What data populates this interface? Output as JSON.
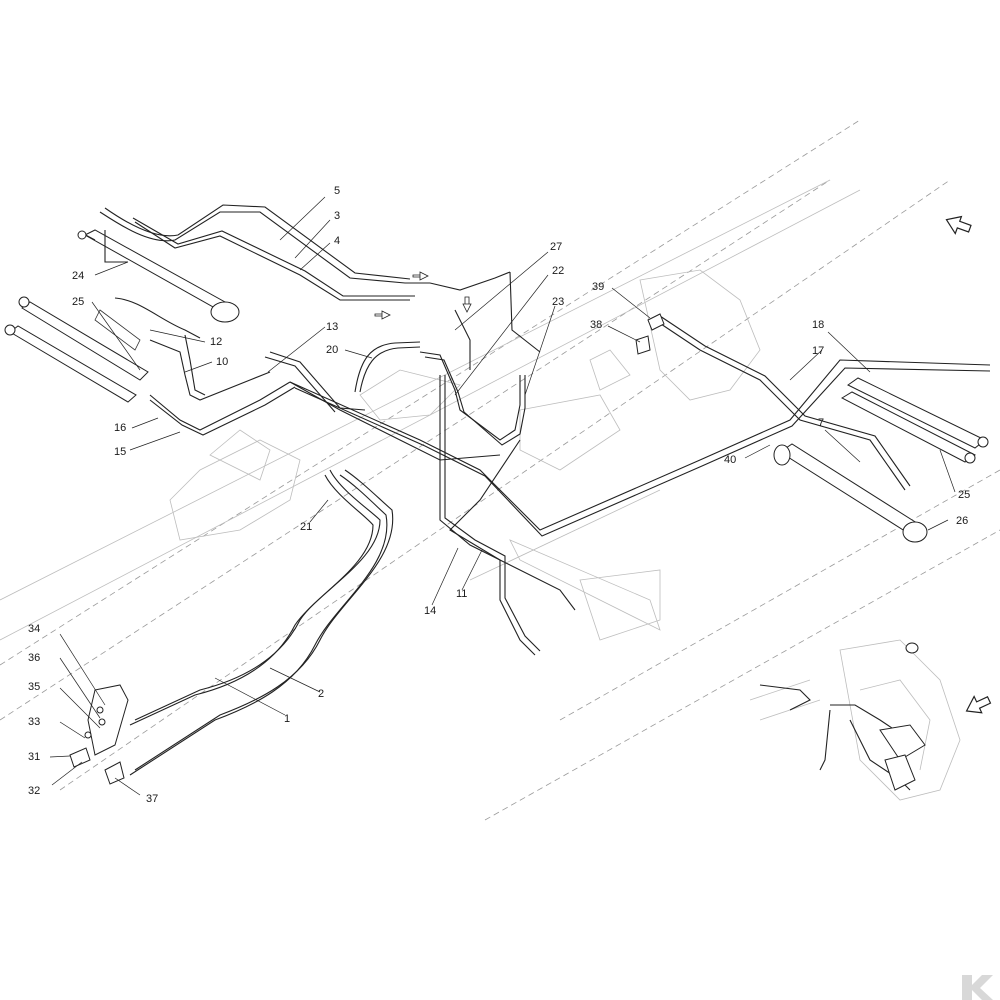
{
  "diagram": {
    "callouts": [
      {
        "id": "c1",
        "label": "1"
      },
      {
        "id": "c2",
        "label": "2"
      },
      {
        "id": "c3",
        "label": "3"
      },
      {
        "id": "c4",
        "label": "4"
      },
      {
        "id": "c5",
        "label": "5"
      },
      {
        "id": "c7",
        "label": "7"
      },
      {
        "id": "c10",
        "label": "10"
      },
      {
        "id": "c11",
        "label": "11"
      },
      {
        "id": "c12",
        "label": "12"
      },
      {
        "id": "c13",
        "label": "13"
      },
      {
        "id": "c14",
        "label": "14"
      },
      {
        "id": "c15",
        "label": "15"
      },
      {
        "id": "c16",
        "label": "16"
      },
      {
        "id": "c17",
        "label": "17"
      },
      {
        "id": "c18",
        "label": "18"
      },
      {
        "id": "c20",
        "label": "20"
      },
      {
        "id": "c21",
        "label": "21"
      },
      {
        "id": "c22",
        "label": "22"
      },
      {
        "id": "c23",
        "label": "23"
      },
      {
        "id": "c24",
        "label": "24"
      },
      {
        "id": "c25a",
        "label": "25"
      },
      {
        "id": "c25b",
        "label": "25"
      },
      {
        "id": "c26",
        "label": "26"
      },
      {
        "id": "c27",
        "label": "27"
      },
      {
        "id": "c31",
        "label": "31"
      },
      {
        "id": "c32",
        "label": "32"
      },
      {
        "id": "c33",
        "label": "33"
      },
      {
        "id": "c34",
        "label": "34"
      },
      {
        "id": "c35",
        "label": "35"
      },
      {
        "id": "c36",
        "label": "36"
      },
      {
        "id": "c37",
        "label": "37"
      },
      {
        "id": "c38",
        "label": "38"
      },
      {
        "id": "c39",
        "label": "39"
      },
      {
        "id": "c40",
        "label": "40"
      }
    ],
    "icons": {
      "direction_arrow_top": "arrow-left-down-icon",
      "direction_arrow_bottom": "arrow-left-up-icon",
      "brand_logo": "k-logo-icon"
    },
    "colors": {
      "line": "#222222",
      "ghost": "#bdbdbd",
      "background": "#ffffff"
    }
  }
}
